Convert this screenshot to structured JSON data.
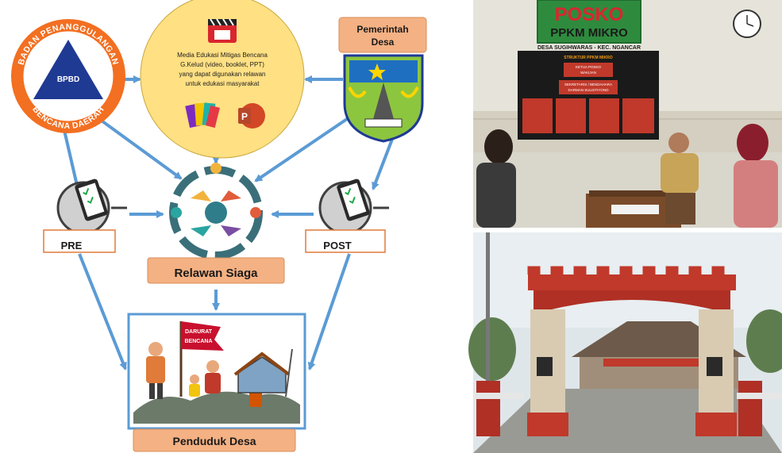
{
  "left_diagram": {
    "bpbd_logo": {
      "ring_text_top": "BADAN PENANGGULANGAN",
      "ring_text_bottom": "BENCANA DAERAH",
      "center_label": "BPBD"
    },
    "media_circle": {
      "line1": "Media Edukasi Mitigas Bencana",
      "line2": "G.Kelud (video, booklet, PPT)",
      "line3": "yang dapat digunakan relawan",
      "line4": "untuk edukasi masyarakat"
    },
    "pemerintah_desa": {
      "line1": "Pemerintah",
      "line2": "Desa"
    },
    "pre_label": "PRE",
    "post_label": "POST",
    "relawan_label": "Relawan Siaga",
    "penduduk_label": "Penduduk Desa",
    "flag_text_line1": "DARURAT",
    "flag_text_line2": "BENCANA"
  },
  "photo_top": {
    "sign_title": "POSKO",
    "sign_subtitle": "PPKM MIKRO",
    "sign_location": "DESA SUGIHWARAS - KEC. NGANCAR",
    "board_title": "STRUKTUR PPKM MIKRO",
    "board_level1_role": "KETUA POSKO",
    "board_level1_name": "WAKIJAN",
    "board_level2_role": "SEKRETARIS / BENDAHARA",
    "board_level2_name": "DARMAN SULISTIYONO"
  },
  "colors": {
    "arrow": "#5b9bd5",
    "media_circle": "#ffe083",
    "label_box": "#f4b183",
    "bpbd_orange": "#f36f21",
    "bpbd_blue": "#1f3a93",
    "posko_green": "#2e8b3e"
  }
}
